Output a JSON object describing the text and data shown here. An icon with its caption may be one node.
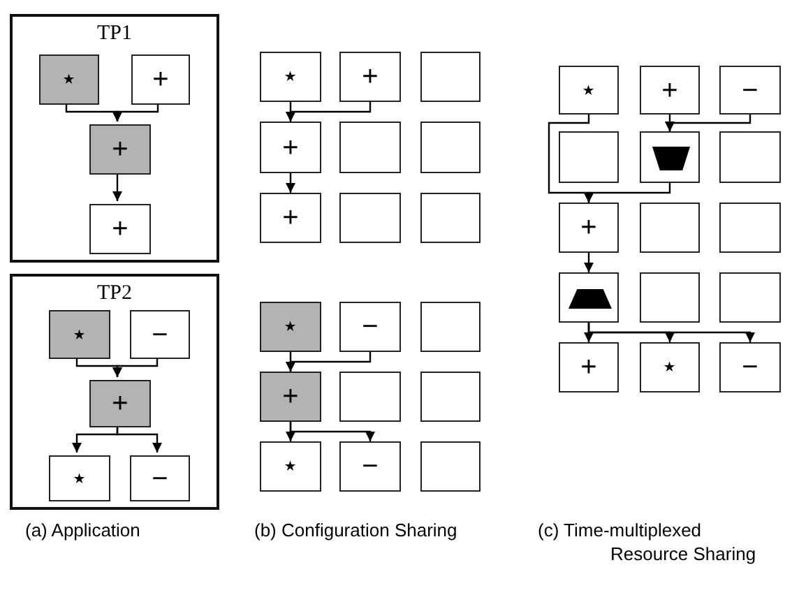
{
  "diagram": {
    "nodes": [
      {
        "text": [
          "TP1"
        ]
      },
      {
        "text": [
          "⋆"
        ],
        "in": 0
      },
      {
        "text": [
          "+"
        ],
        "in": 0
      },
      {
        "text": [
          "+"
        ],
        "in": 0
      },
      {
        "text": [
          "+"
        ],
        "in": 0
      },
      {
        "text": [
          "TP2"
        ]
      },
      {
        "text": [
          "⋆"
        ],
        "in": 5
      },
      {
        "text": [
          "−"
        ],
        "in": 5
      },
      {
        "text": [
          "+"
        ],
        "in": 5
      },
      {
        "text": [
          "⋆"
        ],
        "in": 5
      },
      {
        "text": [
          "−"
        ],
        "in": 5
      },
      {
        "text": [
          "⋆"
        ]
      },
      {
        "text": [
          "+"
        ]
      },
      {
        "text": [],
        "shape": "box"
      },
      {
        "text": [
          "+"
        ]
      },
      {
        "text": [],
        "shape": "box"
      },
      {
        "text": [],
        "shape": "box"
      },
      {
        "text": [
          "+"
        ]
      },
      {
        "text": [],
        "shape": "box"
      },
      {
        "text": [],
        "shape": "box"
      },
      {
        "text": [
          "⋆"
        ]
      },
      {
        "text": [
          "−"
        ]
      },
      {
        "text": [],
        "shape": "box"
      },
      {
        "text": [
          "+"
        ]
      },
      {
        "text": [],
        "shape": "box"
      },
      {
        "text": [],
        "shape": "box"
      },
      {
        "text": [
          "⋆"
        ]
      },
      {
        "text": [
          "−"
        ]
      },
      {
        "text": [],
        "shape": "box"
      },
      {
        "text": [
          "⋆"
        ]
      },
      {
        "text": [
          "+"
        ]
      },
      {
        "text": [
          "−"
        ]
      },
      {
        "text": [],
        "shape": "box"
      },
      {
        "text": [],
        "shape": "box"
      },
      {
        "text": [],
        "shape": "trapezoid",
        "in": 33
      },
      {
        "text": [],
        "shape": "box"
      },
      {
        "text": [
          "+"
        ]
      },
      {
        "text": [],
        "shape": "box"
      },
      {
        "text": [],
        "shape": "box"
      },
      {
        "text": [],
        "shape": "box"
      },
      {
        "text": [],
        "shape": "trapezoid",
        "in": 39
      },
      {
        "text": [],
        "shape": "box"
      },
      {
        "text": [],
        "shape": "box"
      },
      {
        "text": [
          "+"
        ]
      },
      {
        "text": [
          "⋆"
        ]
      },
      {
        "text": [
          "−"
        ]
      }
    ],
    "edges": [
      {
        "from": 1,
        "to": 3,
        "arrow": "to"
      },
      {
        "from": 2,
        "to": 3,
        "arrow": "to"
      },
      {
        "from": 3,
        "to": 4,
        "arrow": "to"
      },
      {
        "from": 6,
        "to": 8,
        "arrow": "to"
      },
      {
        "from": 7,
        "to": 8,
        "arrow": "to"
      },
      {
        "from": 8,
        "to": 9,
        "arrow": "to"
      },
      {
        "from": 8,
        "to": 10,
        "arrow": "to"
      },
      {
        "from": 11,
        "to": 14,
        "arrow": "to"
      },
      {
        "from": 12,
        "to": 14,
        "arrow": "to"
      },
      {
        "from": 14,
        "to": 17,
        "arrow": "to"
      },
      {
        "from": 20,
        "to": 23,
        "arrow": "to"
      },
      {
        "from": 21,
        "to": 23,
        "arrow": "to"
      },
      {
        "from": 23,
        "to": 26,
        "arrow": "to"
      },
      {
        "from": 23,
        "to": 27,
        "arrow": "to"
      },
      {
        "from": 30,
        "to": 33,
        "arrow": "to"
      },
      {
        "from": 31,
        "to": 33,
        "arrow": "to"
      },
      {
        "from": 29,
        "to": 36,
        "arrow": "to"
      },
      {
        "from": 33,
        "to": 36,
        "arrow": "to"
      },
      {
        "from": 36,
        "to": 39,
        "arrow": "to"
      },
      {
        "from": 39,
        "to": 43,
        "arrow": "to"
      },
      {
        "from": 39,
        "to": 44,
        "arrow": "to"
      },
      {
        "from": 39,
        "to": 45,
        "arrow": "to"
      }
    ],
    "labels": [
      "(a) Application",
      "(b) Configuration Sharing",
      "(c) Time-multiplexed Resource Sharing"
    ]
  }
}
